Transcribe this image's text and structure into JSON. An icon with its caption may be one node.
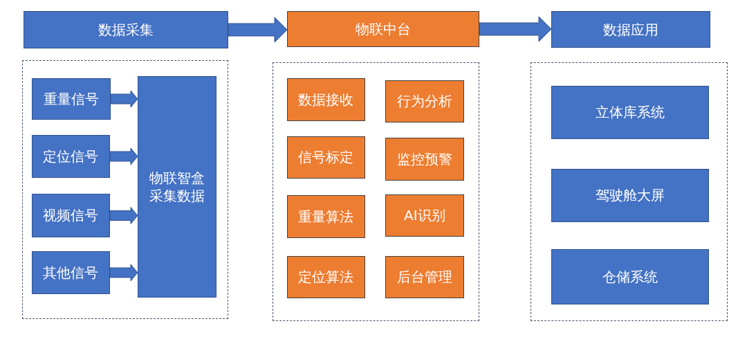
{
  "diagram": {
    "nodes": [
      {
        "text": [
          "数据采集"
        ]
      },
      {
        "text": [],
        "shape": "box"
      },
      {
        "text": [
          "重量信号"
        ],
        "in": 1
      },
      {
        "text": [
          "定位信号"
        ],
        "in": 1
      },
      {
        "text": [
          "视频信号"
        ],
        "in": 1
      },
      {
        "text": [
          "其他信号"
        ],
        "in": 1
      },
      {
        "text": [
          "物联智盒采集数据"
        ],
        "in": 1
      },
      {
        "text": [
          "物联中台"
        ]
      },
      {
        "text": [],
        "shape": "box"
      },
      {
        "text": [
          "数据接收"
        ],
        "in": 8
      },
      {
        "text": [
          "行为分析"
        ],
        "in": 8
      },
      {
        "text": [
          "信号标定"
        ],
        "in": 8
      },
      {
        "text": [
          "监控预警"
        ],
        "in": 8
      },
      {
        "text": [
          "重量算法"
        ],
        "in": 8
      },
      {
        "text": [
          "AI识别"
        ],
        "in": 8
      },
      {
        "text": [
          "定位算法"
        ],
        "in": 8
      },
      {
        "text": [
          "后台管理"
        ],
        "in": 8
      },
      {
        "text": [
          "数据应用"
        ]
      },
      {
        "text": [],
        "shape": "box"
      },
      {
        "text": [
          "立体库系统"
        ],
        "in": 18
      },
      {
        "text": [
          "驾驶舱大屏"
        ],
        "in": 18
      },
      {
        "text": [
          "仓储系统"
        ],
        "in": 18
      }
    ],
    "edges": [
      {
        "from": 0,
        "to": 7,
        "arrow": "to"
      },
      {
        "from": 7,
        "to": 17,
        "arrow": "to"
      },
      {
        "from": 2,
        "to": 6,
        "arrow": "to"
      },
      {
        "from": 3,
        "to": 6,
        "arrow": "to"
      },
      {
        "from": 4,
        "to": 6,
        "arrow": "to"
      },
      {
        "from": 5,
        "to": 6,
        "arrow": "to"
      }
    ]
  }
}
